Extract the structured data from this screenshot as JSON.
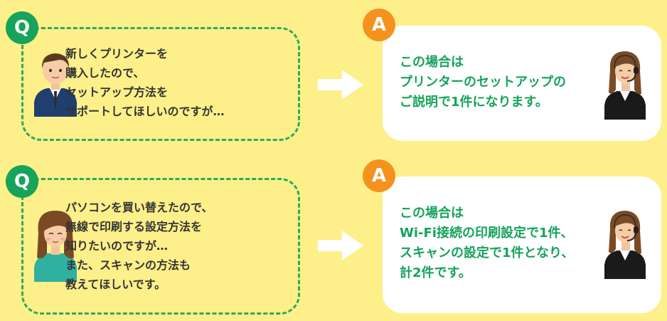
{
  "colors": {
    "background": "#fdf08a",
    "question_green": "#16a35a",
    "answer_orange": "#f5921e",
    "dashed_border": "#2bab5a",
    "arrow": "#ffffff"
  },
  "qa": [
    {
      "question_badge": "Q",
      "question_lines": [
        "新しくプリンターを",
        "購入したので、",
        "セットアップ方法を",
        "サポートしてほしいのですが…"
      ],
      "question_icon": "man-avatar-icon",
      "answer_badge": "A",
      "answer_lines": [
        "この場合は",
        "プリンターのセットアップの",
        "ご説明で1件になります。"
      ],
      "answer_icon": "operator-headset-icon"
    },
    {
      "question_badge": "Q",
      "question_lines": [
        "パソコンを買い替えたので、",
        "無線で印刷する設定方法を",
        "知りたいのですが…",
        "また、スキャンの方法も",
        "教えてほしいです。"
      ],
      "question_icon": "woman-avatar-icon",
      "answer_badge": "A",
      "answer_lines": [
        "この場合は",
        "Wi-Fi接続の印刷設定で1件、",
        "スキャンの設定で1件となり、",
        "計2件です。"
      ],
      "answer_icon": "operator-headset-icon"
    }
  ]
}
